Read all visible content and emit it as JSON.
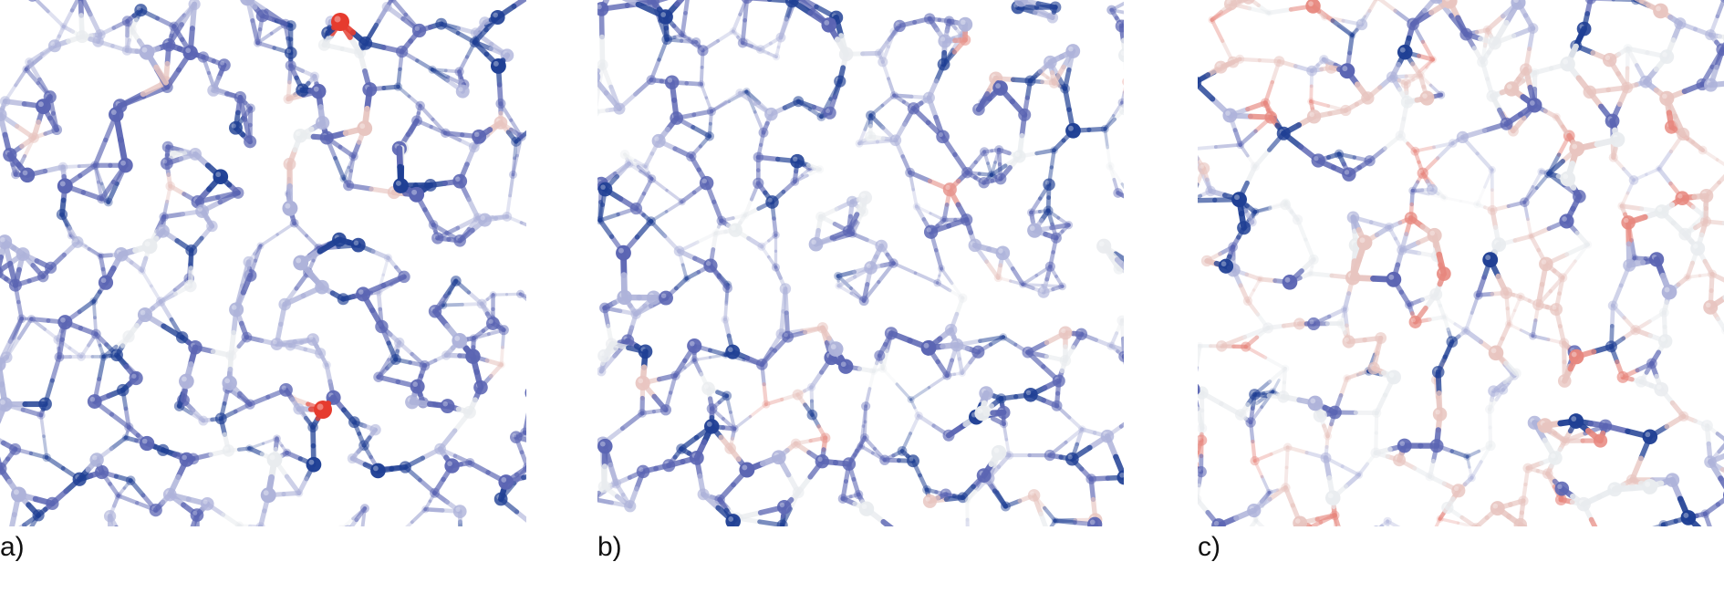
{
  "panels": [
    {
      "id": "a",
      "label": "a)",
      "variant": "a"
    },
    {
      "id": "b",
      "label": "b)",
      "variant": "b"
    },
    {
      "id": "c",
      "label": "c)",
      "variant": "c"
    }
  ],
  "colors": {
    "background": "#ffffff",
    "dark_blue": "#1f3f94",
    "mid_blue": "#5b65b3",
    "light_blue": "#aeb3da",
    "white": "#e9ecef",
    "light_pink": "#e8c5c0",
    "red": "#e63b2e"
  }
}
